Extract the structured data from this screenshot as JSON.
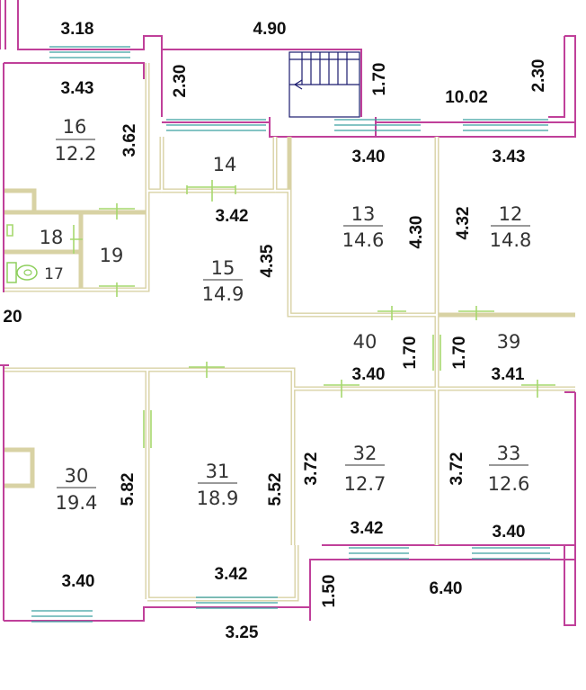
{
  "plan": {
    "colors": {
      "exterior_wall": "#c0409a",
      "interior_wall": "#d8d2a4",
      "window": "#3aa0a0",
      "door": "#a6d86e",
      "stair": "#1a1a6e"
    },
    "rooms": {
      "r16": {
        "num": "16",
        "area": "12.2"
      },
      "r14": {
        "num": "14"
      },
      "r13": {
        "num": "13",
        "area": "14.6"
      },
      "r12": {
        "num": "12",
        "area": "14.8"
      },
      "r15": {
        "num": "15",
        "area": "14.9"
      },
      "r18": {
        "num": "18"
      },
      "r19": {
        "num": "19"
      },
      "r17": {
        "num": "17"
      },
      "r40": {
        "num": "40"
      },
      "r39": {
        "num": "39"
      },
      "r30": {
        "num": "30",
        "area": "19.4"
      },
      "r31": {
        "num": "31",
        "area": "18.9"
      },
      "r32": {
        "num": "32",
        "area": "12.7"
      },
      "r33": {
        "num": "33",
        "area": "12.6"
      }
    },
    "dimensions": {
      "d318": "3.18",
      "d490": "4.90",
      "d343_top": "3.43",
      "d230_left": "2.30",
      "d170_stair": "1.70",
      "d1002": "10.02",
      "d230_right": "2.30",
      "d362": "3.62",
      "d340_r13": "3.40",
      "d343_r12": "3.43",
      "d342_r15": "3.42",
      "d435": "4.35",
      "d430": "4.30",
      "d432": "4.32",
      "d20": "20",
      "d170_a": "1.70",
      "d170_b": "1.70",
      "d340_mid": "3.40",
      "d341": "3.41",
      "d582": "5.82",
      "d552": "5.52",
      "d372_a": "3.72",
      "d372_b": "3.72",
      "d342_bottom": "3.42",
      "d340_r33": "3.40",
      "d340_r30": "3.40",
      "d342_r31": "3.42",
      "d150": "1.50",
      "d640": "6.40",
      "d325": "3.25"
    }
  }
}
